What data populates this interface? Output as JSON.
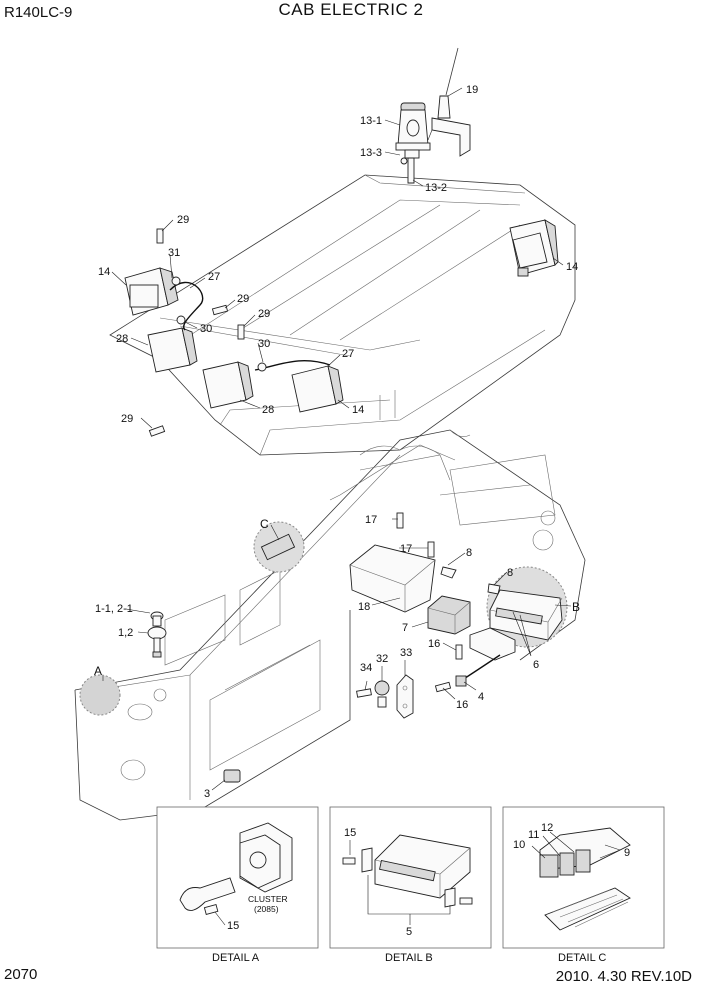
{
  "header": {
    "model": "R140LC-9",
    "title": "CAB ELECTRIC 2"
  },
  "footer": {
    "page_number": "2070",
    "revision": "2010. 4.30  REV.10D"
  },
  "callouts": {
    "c19": "19",
    "c13_1": "13-1",
    "c13_3": "13-3",
    "c13_2": "13-2",
    "c29a": "29",
    "c31": "31",
    "c14a": "14",
    "c27a": "27",
    "c29b": "29",
    "c29c": "29",
    "c30a": "30",
    "c28a": "28",
    "c30b": "30",
    "c27b": "27",
    "c28b": "28",
    "c14b": "14",
    "c29d": "29",
    "c14c": "14",
    "cC": "C",
    "c17a": "17",
    "c17b": "17",
    "c8a": "8",
    "c8b": "8",
    "c18": "18",
    "c7": "7",
    "cB": "B",
    "c1_1": "1-1, 2-1",
    "c1_2": "1,2",
    "c16a": "16",
    "c6": "6",
    "c34": "34",
    "c32": "32",
    "c33": "33",
    "c4": "4",
    "c16b": "16",
    "cA": "A",
    "c3": "3",
    "dA15": "15",
    "dB15": "15",
    "dB5": "5",
    "dC10": "10",
    "dC11": "11",
    "dC12": "12",
    "dC9": "9"
  },
  "details": {
    "a": {
      "label": "DETAIL A",
      "cluster_line1": "CLUSTER",
      "cluster_line2": "(2085)"
    },
    "b": {
      "label": "DETAIL B"
    },
    "c": {
      "label": "DETAIL C"
    }
  }
}
